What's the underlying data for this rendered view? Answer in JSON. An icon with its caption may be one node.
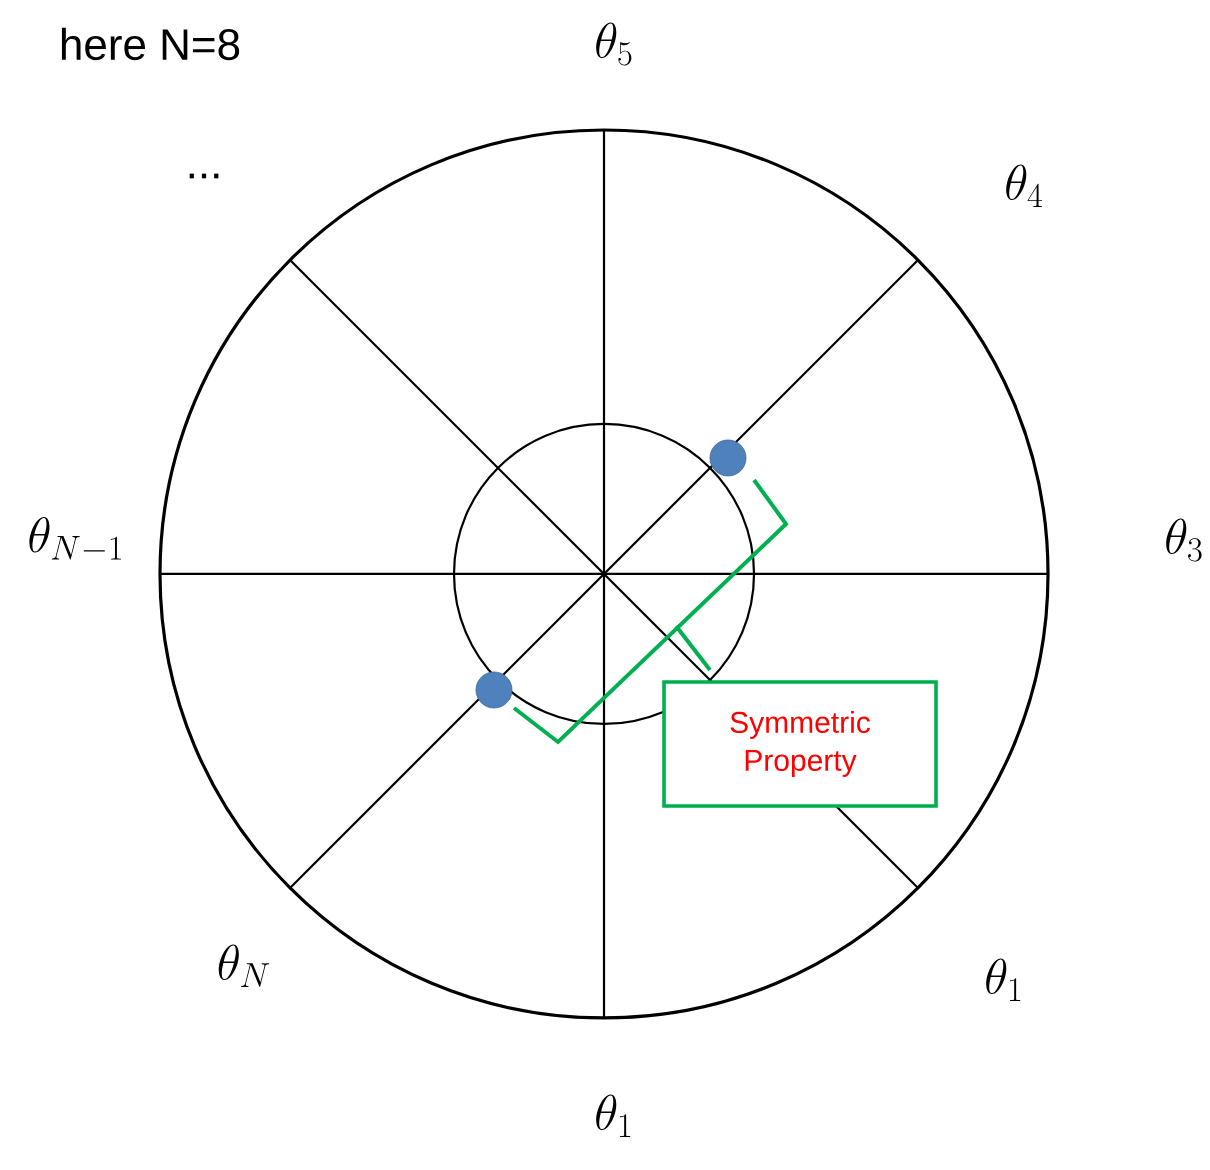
{
  "diagram": {
    "nodes": [
      {
        "text": [
          "Symmetric Property"
        ]
      }
    ],
    "labels": [
      "here N=8",
      "...",
      "\\theta_5",
      "\\theta_4",
      "\\theta_3",
      "\\theta_{N-1}",
      "\\theta_N",
      "\\theta_1",
      "\\theta_1"
    ]
  }
}
